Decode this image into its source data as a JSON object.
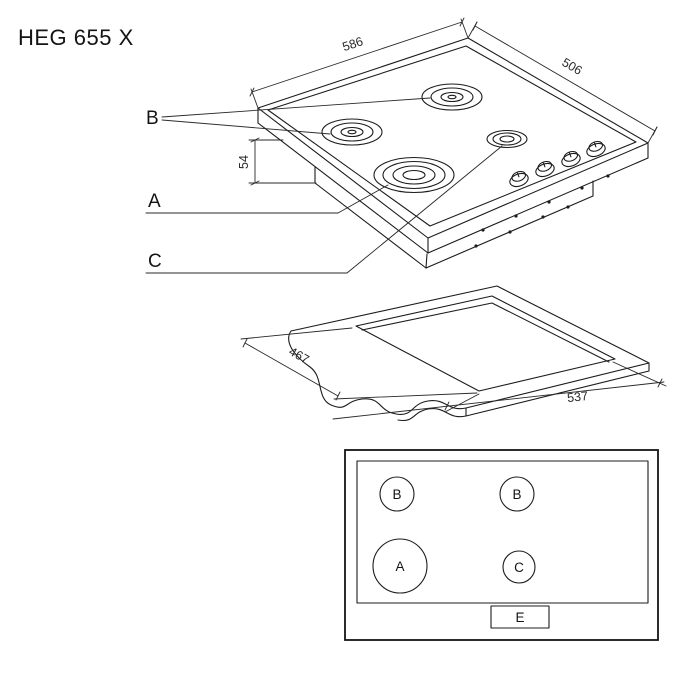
{
  "page": {
    "model": "HEG 655 X"
  },
  "iso": {
    "label_b": "B",
    "label_a": "A",
    "label_c": "C",
    "dim_width": "586",
    "dim_depth": "506",
    "dim_height": "54"
  },
  "cutout": {
    "dim_depth": "467",
    "dim_width": "537"
  },
  "schematic": {
    "burner_top_left": "B",
    "burner_top_right": "B",
    "burner_bottom_left": "A",
    "burner_bottom_right": "C",
    "control_label": "E"
  }
}
